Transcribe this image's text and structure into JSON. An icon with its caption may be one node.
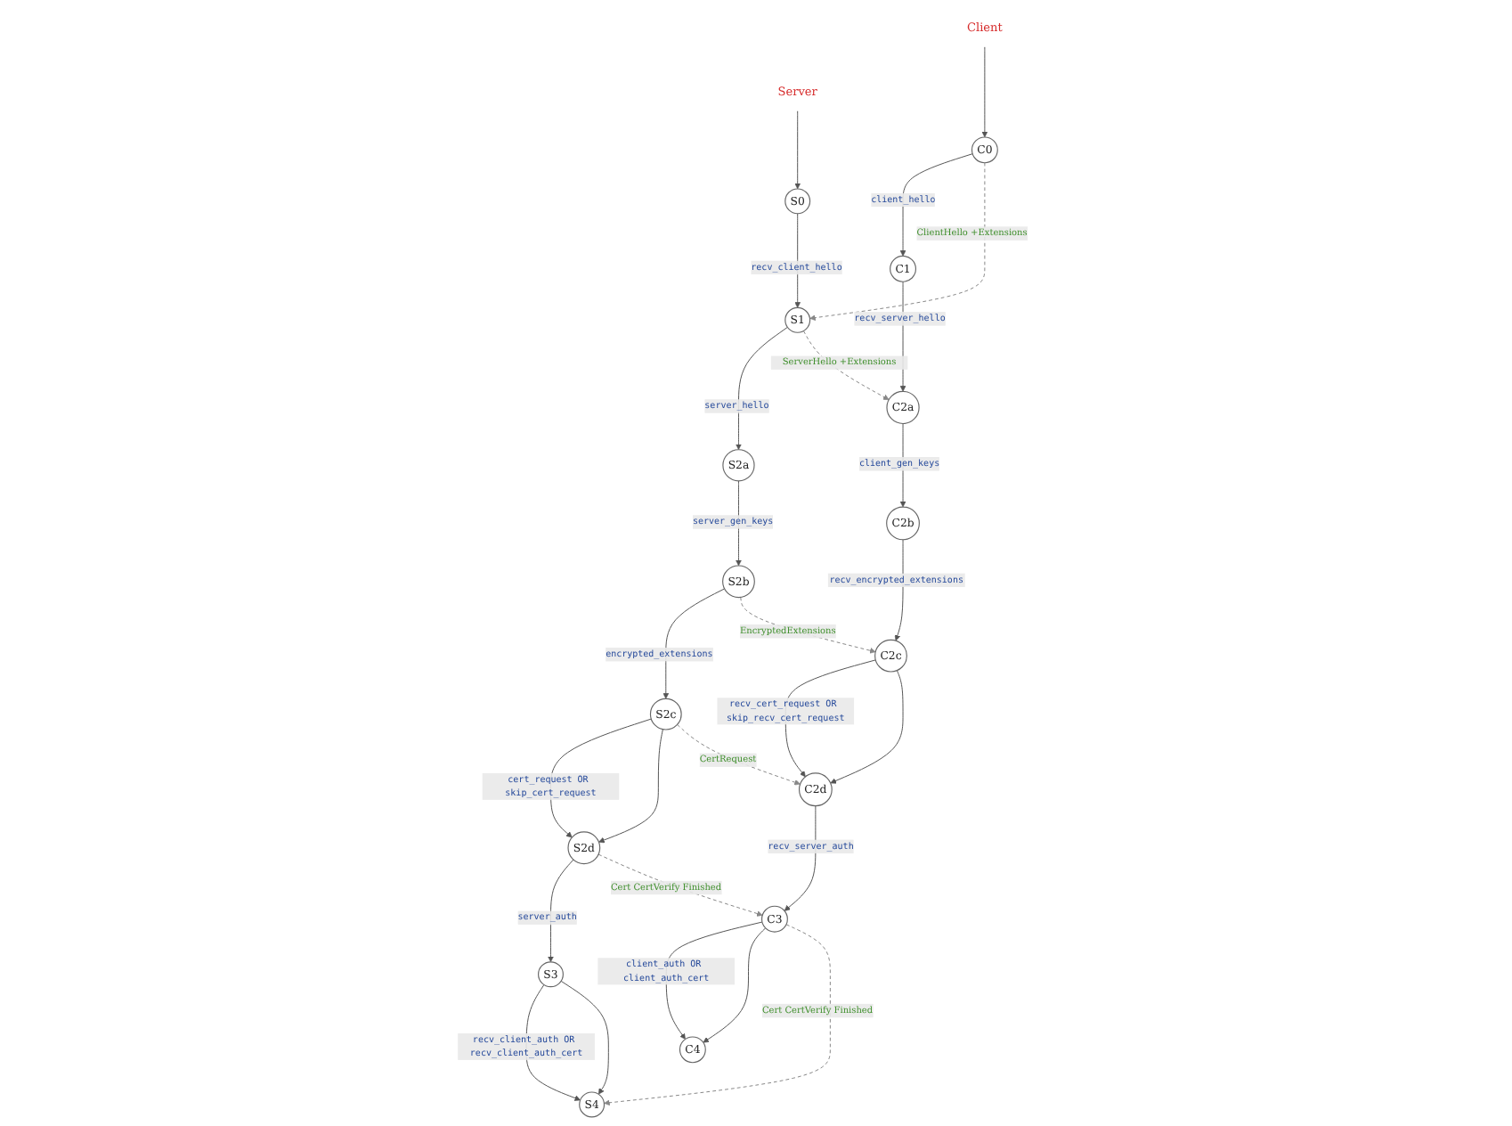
{
  "diagram": {
    "nodes": [
      {
        "text": [
          "Client"
        ]
      },
      {
        "text": [
          "C0"
        ]
      },
      {
        "text": [
          "C1"
        ]
      },
      {
        "text": [
          "C2a"
        ]
      },
      {
        "text": [
          "C2b"
        ]
      },
      {
        "text": [
          "C2c"
        ]
      },
      {
        "text": [
          "C2d"
        ]
      },
      {
        "text": [
          "C3"
        ]
      },
      {
        "text": [
          "C4"
        ]
      },
      {
        "text": [
          "Server"
        ]
      },
      {
        "text": [
          "S0"
        ]
      },
      {
        "text": [
          "S1"
        ]
      },
      {
        "text": [
          "S2a"
        ]
      },
      {
        "text": [
          "S2b"
        ]
      },
      {
        "text": [
          "S2c"
        ]
      },
      {
        "text": [
          "S2d"
        ]
      },
      {
        "text": [
          "S3"
        ]
      },
      {
        "text": [
          "S4"
        ]
      }
    ],
    "edges": [
      {
        "from": 0,
        "to": 1,
        "arrow": "to"
      },
      {
        "from": 1,
        "to": 2,
        "arrow": "to",
        "label": "client_hello"
      },
      {
        "from": 2,
        "to": 3,
        "arrow": "to",
        "label": "recv_server_hello"
      },
      {
        "from": 3,
        "to": 4,
        "arrow": "to",
        "label": "client_gen_keys"
      },
      {
        "from": 4,
        "to": 5,
        "arrow": "to",
        "label": "recv_encrypted_extensions"
      },
      {
        "from": 5,
        "to": 6,
        "arrow": "to",
        "label": "recv_cert_request OR skip_recv_cert_request"
      },
      {
        "from": 5,
        "to": 6,
        "arrow": "to"
      },
      {
        "from": 6,
        "to": 7,
        "arrow": "to",
        "label": "recv_server_auth"
      },
      {
        "from": 7,
        "to": 8,
        "arrow": "to",
        "label": "client_auth OR client_auth_cert"
      },
      {
        "from": 7,
        "to": 8,
        "arrow": "to"
      },
      {
        "from": 9,
        "to": 10,
        "arrow": "to"
      },
      {
        "from": 10,
        "to": 11,
        "arrow": "to",
        "label": "recv_client_hello"
      },
      {
        "from": 11,
        "to": 12,
        "arrow": "to",
        "label": "server_hello"
      },
      {
        "from": 12,
        "to": 13,
        "arrow": "to",
        "label": "server_gen_keys"
      },
      {
        "from": 13,
        "to": 14,
        "arrow": "to",
        "label": "encrypted_extensions"
      },
      {
        "from": 14,
        "to": 15,
        "arrow": "to",
        "label": "cert_request OR skip_cert_request"
      },
      {
        "from": 14,
        "to": 15,
        "arrow": "to"
      },
      {
        "from": 15,
        "to": 16,
        "arrow": "to",
        "label": "server_auth"
      },
      {
        "from": 16,
        "to": 17,
        "arrow": "to",
        "label": "recv_client_auth OR recv_client_auth_cert"
      },
      {
        "from": 16,
        "to": 17,
        "arrow": "to"
      },
      {
        "from": 1,
        "to": 11,
        "arrow": "to",
        "style": "dashed",
        "label": "ClientHello +Extensions"
      },
      {
        "from": 11,
        "to": 3,
        "arrow": "to",
        "style": "dashed",
        "label": "ServerHello +Extensions"
      },
      {
        "from": 13,
        "to": 5,
        "arrow": "to",
        "style": "dashed",
        "label": "EncryptedExtensions"
      },
      {
        "from": 14,
        "to": 6,
        "arrow": "to",
        "style": "dashed",
        "label": "CertRequest"
      },
      {
        "from": 15,
        "to": 7,
        "arrow": "to",
        "style": "dashed",
        "label": "Cert CertVerify Finished"
      },
      {
        "from": 7,
        "to": 17,
        "arrow": "to",
        "style": "dashed",
        "label": "Cert CertVerify Finished"
      }
    ]
  }
}
